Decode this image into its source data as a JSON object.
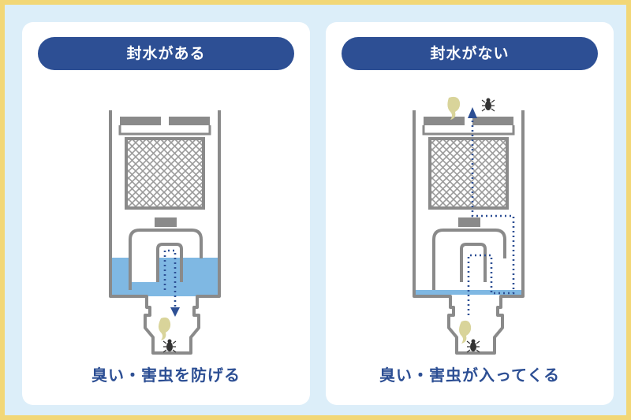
{
  "panels": [
    {
      "title": "封水がある",
      "caption": "臭い・害虫を防げる"
    },
    {
      "title": "封水がない",
      "caption": "臭い・害虫が入ってくる"
    }
  ],
  "colors": {
    "frame": "#f2d777",
    "background": "#dceef9",
    "accent": "#2d4f94",
    "water": "#7fb8e3",
    "trap": "#8a8a8a",
    "odor": "#d9d49a"
  }
}
